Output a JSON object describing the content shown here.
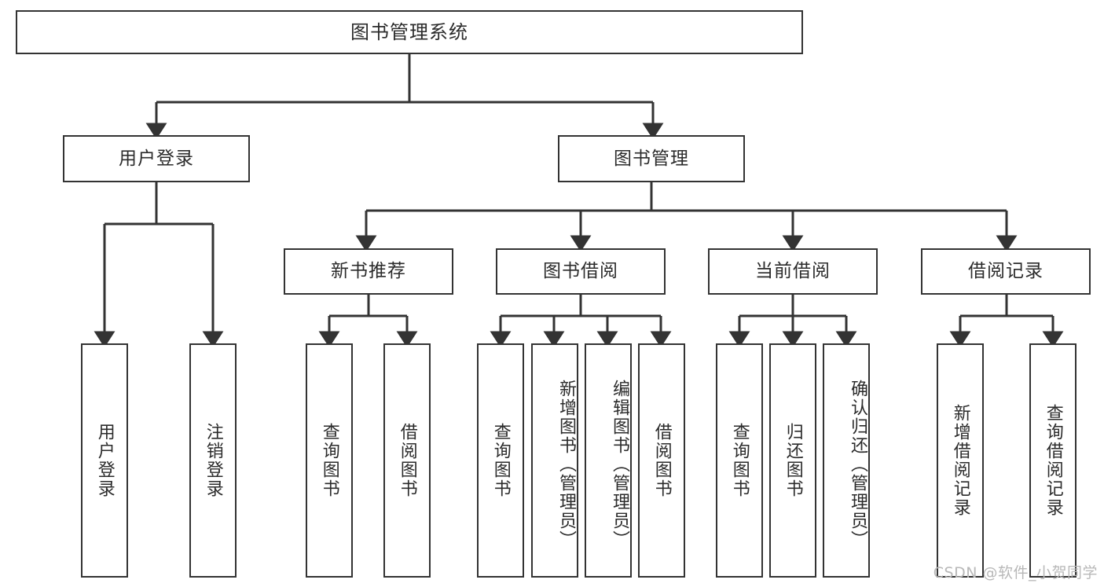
{
  "diagram": {
    "type": "tree-hierarchy-chart",
    "title": "图书管理系统",
    "stroke_color": "#333333",
    "background_color": "#ffffff",
    "text_color": "#2b2b2b",
    "root": {
      "id": "root",
      "label": "图书管理系统",
      "orientation": "horizontal"
    },
    "level2": [
      {
        "id": "user-login",
        "label": "用户登录",
        "orientation": "horizontal"
      },
      {
        "id": "book-manage",
        "label": "图书管理",
        "orientation": "horizontal"
      }
    ],
    "level3": [
      {
        "id": "new-book-recommend",
        "label": "新书推荐",
        "orientation": "horizontal",
        "parent": "book-manage"
      },
      {
        "id": "book-borrow",
        "label": "图书借阅",
        "orientation": "horizontal",
        "parent": "book-manage"
      },
      {
        "id": "current-borrow",
        "label": "当前借阅",
        "orientation": "horizontal",
        "parent": "book-manage"
      },
      {
        "id": "borrow-record",
        "label": "借阅记录",
        "orientation": "horizontal",
        "parent": "book-manage"
      }
    ],
    "leaves": [
      {
        "id": "leaf-user-login",
        "label": "用户登录",
        "orientation": "vertical",
        "parent": "user-login"
      },
      {
        "id": "leaf-logout",
        "label": "注销登录",
        "orientation": "vertical",
        "parent": "user-login"
      },
      {
        "id": "leaf-query-book-1",
        "label": "查询图书",
        "orientation": "vertical",
        "parent": "new-book-recommend"
      },
      {
        "id": "leaf-borrow-book-1",
        "label": "借阅图书",
        "orientation": "vertical",
        "parent": "new-book-recommend"
      },
      {
        "id": "leaf-query-book-2",
        "label": "查询图书",
        "orientation": "vertical",
        "parent": "book-borrow"
      },
      {
        "id": "leaf-add-book",
        "label": "新增图书（管理员）",
        "orientation": "vertical",
        "parent": "book-borrow"
      },
      {
        "id": "leaf-edit-book",
        "label": "编辑图书（管理员）",
        "orientation": "vertical",
        "parent": "book-borrow"
      },
      {
        "id": "leaf-borrow-book-2",
        "label": "借阅图书",
        "orientation": "vertical",
        "parent": "book-borrow"
      },
      {
        "id": "leaf-query-book-3",
        "label": "查询图书",
        "orientation": "vertical",
        "parent": "current-borrow"
      },
      {
        "id": "leaf-return-book",
        "label": "归还图书",
        "orientation": "vertical",
        "parent": "current-borrow"
      },
      {
        "id": "leaf-confirm-return",
        "label": "确认归还（管理员）",
        "orientation": "vertical",
        "parent": "current-borrow"
      },
      {
        "id": "leaf-add-record",
        "label": "新增借阅记录",
        "orientation": "vertical",
        "parent": "borrow-record"
      },
      {
        "id": "leaf-query-record",
        "label": "查询借阅记录",
        "orientation": "vertical",
        "parent": "borrow-record"
      }
    ]
  },
  "watermark": {
    "text": "CSDN @软件_小贺同学"
  }
}
